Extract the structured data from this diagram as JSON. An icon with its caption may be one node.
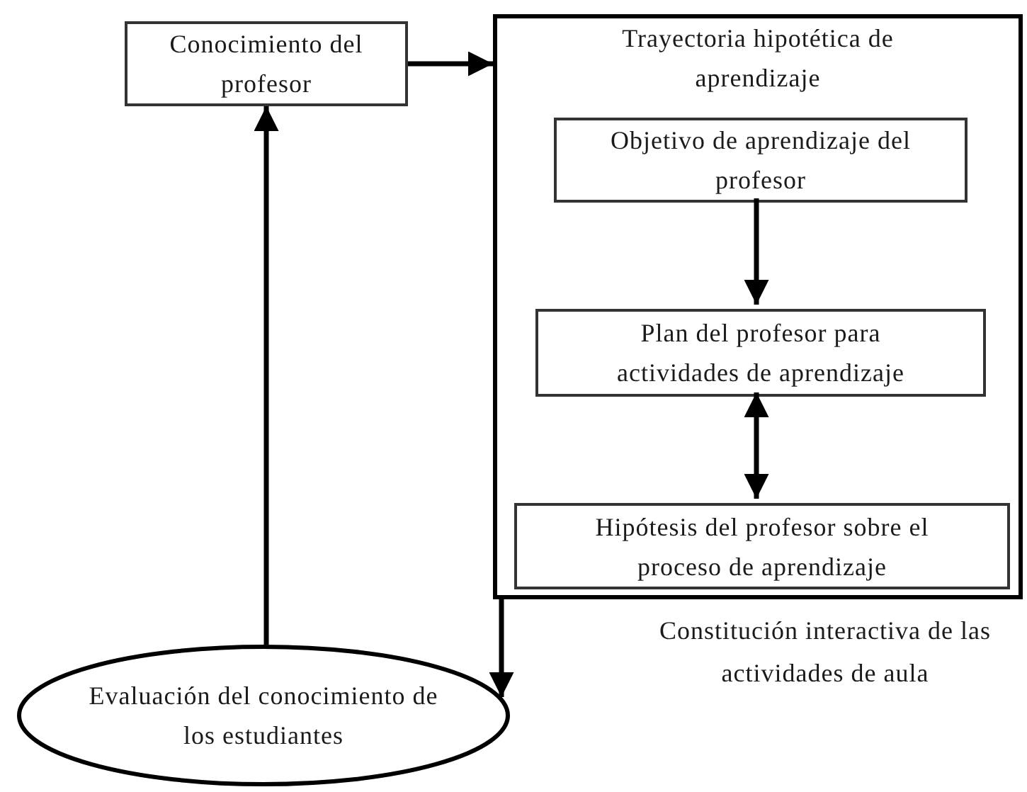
{
  "diagram": {
    "nodes": [
      {
        "text": [
          "Conocimiento del profesor"
        ]
      },
      {
        "text": [
          "Trayectoria hipotética de aprendizaje"
        ]
      },
      {
        "text": [
          "Objetivo de aprendizaje del profesor"
        ],
        "in": 1
      },
      {
        "text": [
          "Plan del profesor para actividades de aprendizaje"
        ],
        "in": 1
      },
      {
        "text": [
          "Hipótesis del profesor sobre el proceso de aprendizaje"
        ],
        "in": 1
      },
      {
        "text": [
          "Evaluación del conocimiento de los estudiantes"
        ]
      }
    ],
    "edges": [
      {
        "from": 0,
        "to": 1,
        "arrow": "to"
      },
      {
        "from": 2,
        "to": 3,
        "arrow": "to"
      },
      {
        "from": 3,
        "to": 4,
        "arrow": "both"
      },
      {
        "from": 1,
        "to": 5,
        "arrow": "to"
      },
      {
        "from": 5,
        "to": 0,
        "arrow": "to"
      }
    ],
    "labels": [
      "Constitución interactiva de las actividades de aula"
    ]
  }
}
